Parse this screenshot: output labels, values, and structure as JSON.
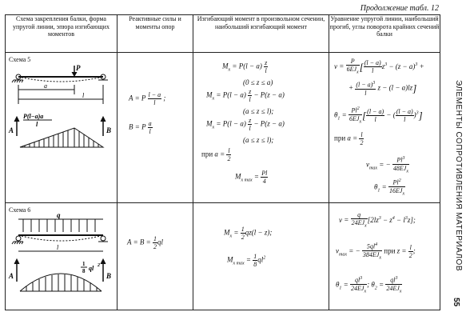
{
  "continuation": "Продолжение табл. 12",
  "side_title": "ЭЛЕМЕНТЫ СОПРОТИВЛЕНИЯ МАТЕРИАЛОВ",
  "page_number": "55",
  "headers": {
    "col1": "Схема закрепления балки, форма упругой линии, эпюра изгибающих моментов",
    "col2": "Реактивные силы и моменты опор",
    "col3": "Изгибающий момент в произвольном сечении, наибольший изгибающий момент",
    "col4": "Уравнение упругой линии, наибольший прогиб, углы поворота крайних сечений балки"
  },
  "scheme5": {
    "label": "Схема 5",
    "diagram": {
      "P": "P",
      "a": "a",
      "l": "l",
      "A": "A",
      "B": "B",
      "moment_num": "P(l−a)a",
      "moment_den": "l"
    },
    "reactions": {
      "A_lhs": "A = P",
      "A_num": "l − a",
      "A_den": "l",
      "A_end": ";",
      "B_lhs": "B = P",
      "B_num": "a",
      "B_den": "l"
    },
    "moments": {
      "m1_lhs": "M",
      "m1_sub": "x",
      "m1_pre": " = P(l − a)",
      "m1_num": "z",
      "m1_den": "l",
      "r1": "(0 ≤ z ≤ a)",
      "m2_lhs": "M",
      "m2_sub": "x",
      "m2_pre": " = P(l − a)",
      "m2_num": "z",
      "m2_den": "l",
      "m2_post": " − P(z − a)",
      "r2": "(a ≤ z ≤ l);",
      "m3_lhs": "M",
      "m3_sub": "x",
      "m3_pre": " = P(l − a)",
      "m3_num": "z",
      "m3_den": "l",
      "m3_post": " − P(z − a)",
      "r3": "(a ≤ z ≤ l);",
      "when": "при",
      "when_var": "a =",
      "when_num": "l",
      "when_den": "2",
      "mmax_lhs": "M",
      "mmax_sub": "x max",
      "mmax_eq": " =",
      "mmax_num": "Pl",
      "mmax_den": "4"
    },
    "elastic": {
      "v_lhs": "v =",
      "v_num": "P",
      "v_den": "6EJ",
      "v_den_sub": "x",
      "v_b_num": "(l − a)",
      "v_b_den": "l",
      "v_b_tail": "z",
      "v_b_tail_sup": "3",
      "v_b_rest": " − (z − a)",
      "v_b_rest_sup": "3",
      "v_b_plus": " +",
      "v_l2_plus": "+",
      "v_l2_num": "(l − a)",
      "v_l2_num_sup": "3",
      "v_l2_den": "l",
      "v_l2_rest": " z − (l − a)lz",
      "t_lhs": "θ",
      "t_lhs_sub": "1",
      "t_eq": " =",
      "t_num": "Pl",
      "t_num_sup": "2",
      "t_den": "6EJ",
      "t_den_sub": "x",
      "t_b1_num": "(l − a)",
      "t_b1_den": "l",
      "t_minus": " − ",
      "t_b2_open": "(",
      "t_b2_num": "(l − a)",
      "t_b2_den": "l",
      "t_b2_close": ")",
      "t_b2_sup": "3",
      "when": "при",
      "when_var": "a =",
      "when_num": "l",
      "when_den": "2",
      "vmax_lhs": "v",
      "vmax_sub": "max",
      "vmax_eq": " = −",
      "vmax_num": "Pl",
      "vmax_num_sup": "3",
      "vmax_den": "48EJ",
      "vmax_den_sub": "x",
      "t1_lhs": "θ",
      "t1_sub": "1",
      "t1_eq": " =",
      "t1_num": "Pl",
      "t1_num_sup": "2",
      "t1_den": "16EJ",
      "t1_den_sub": "x"
    }
  },
  "scheme6": {
    "label": "Схема 6",
    "diagram": {
      "q": "q",
      "l": "l",
      "A": "A",
      "B": "B",
      "moment_num": "1",
      "moment_den": "8",
      "moment_rest": "ql",
      "moment_sup": "2"
    },
    "reactions": {
      "lhs": "A = B =",
      "num": "1",
      "den": "2",
      "rest": "ql"
    },
    "moments": {
      "m1_lhs": "M",
      "m1_sub": "x",
      "m1_eq": " =",
      "m1_num": "1",
      "m1_den": "2",
      "m1_rest": "qz(l − z);",
      "mmax_lhs": "M",
      "mmax_sub": "x max",
      "mmax_eq": " =",
      "mmax_num": "1",
      "mmax_den": "8",
      "mmax_rest": "ql",
      "mmax_sup": "2"
    },
    "elastic": {
      "v_lhs": "v =",
      "v_num": "q",
      "v_den": "24EJ",
      "v_den_sub": "x",
      "v_rest": "[2lz",
      "v_rest_sup": "3",
      "v_rest2": " − z",
      "v_rest2_sup": "4",
      "v_rest3": " − l",
      "v_rest3_sup": "3",
      "v_rest4": "z];",
      "vmax_lhs": "v",
      "vmax_sub": "max",
      "vmax_eq": " = −",
      "vmax_num": "5ql",
      "vmax_num_sup": "4",
      "vmax_den": "384EJ",
      "vmax_den_sub": "x",
      "vmax_when": "при",
      "vmax_when_var": "z =",
      "vmax_when_num": "l",
      "vmax_when_den": "2",
      "vmax_when_end": ";",
      "t1_lhs": "θ",
      "t1_sub": "1",
      "t1_eq": " =",
      "t1_num": "ql",
      "t1_num_sup": "3",
      "t1_den": "24EJ",
      "t1_den_sub": "x",
      "t1_sep": ";",
      "t2_lhs": "θ",
      "t2_sub": "2",
      "t2_eq": " =",
      "t2_num": "ql",
      "t2_num_sup": "3",
      "t2_den": "24EJ",
      "t2_den_sub": "x"
    }
  }
}
